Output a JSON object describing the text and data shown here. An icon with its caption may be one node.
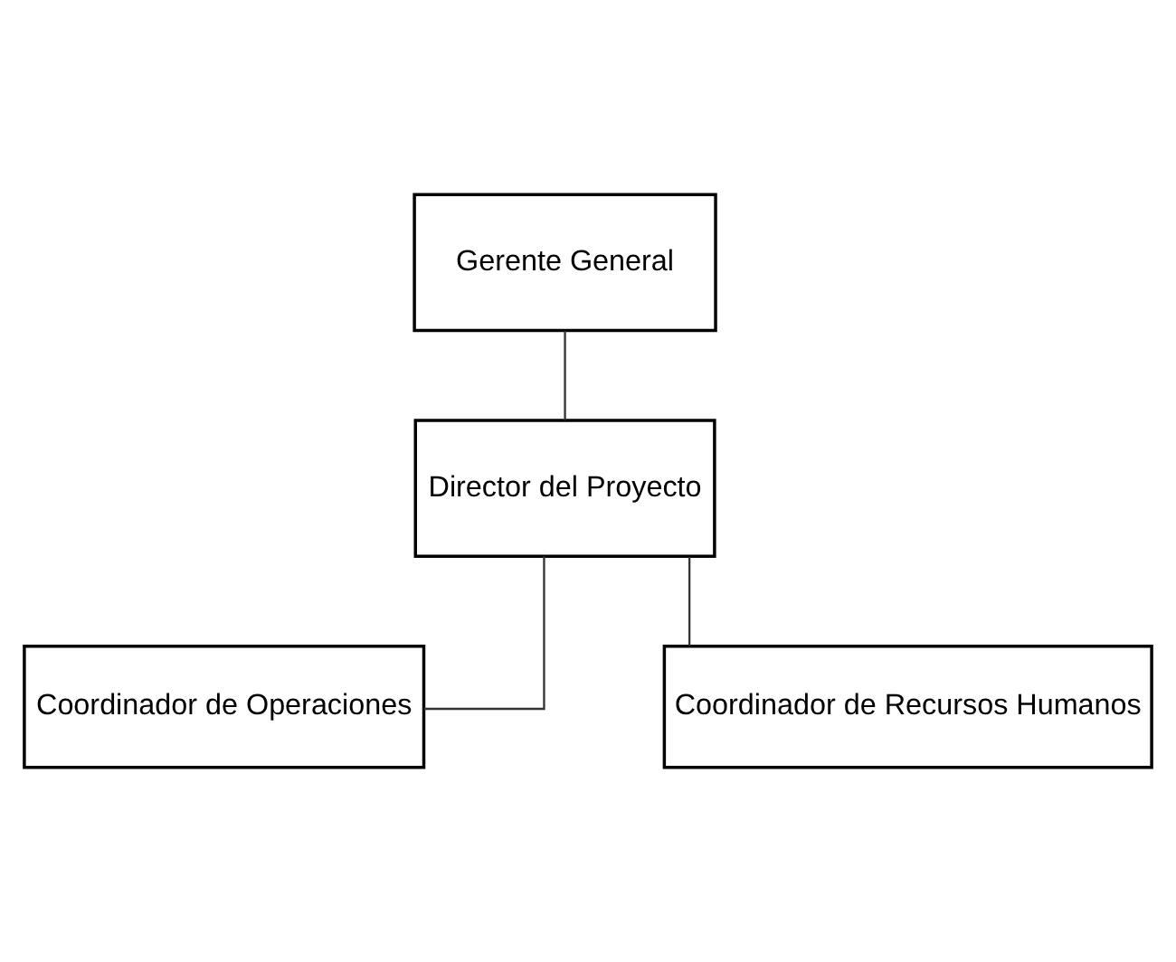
{
  "diagram": {
    "nodes": [
      {
        "text": [
          "Gerente General"
        ]
      },
      {
        "text": [
          "Director del Proyecto"
        ]
      },
      {
        "text": [
          "Coordinador de Operaciones"
        ]
      },
      {
        "text": [
          "Coordinador de Recursos Humanos"
        ]
      }
    ],
    "edges": [
      {
        "from": 0,
        "to": 1,
        "arrow": "none"
      },
      {
        "from": 1,
        "to": 2,
        "arrow": "none"
      },
      {
        "from": 1,
        "to": 3,
        "arrow": "none"
      }
    ]
  }
}
